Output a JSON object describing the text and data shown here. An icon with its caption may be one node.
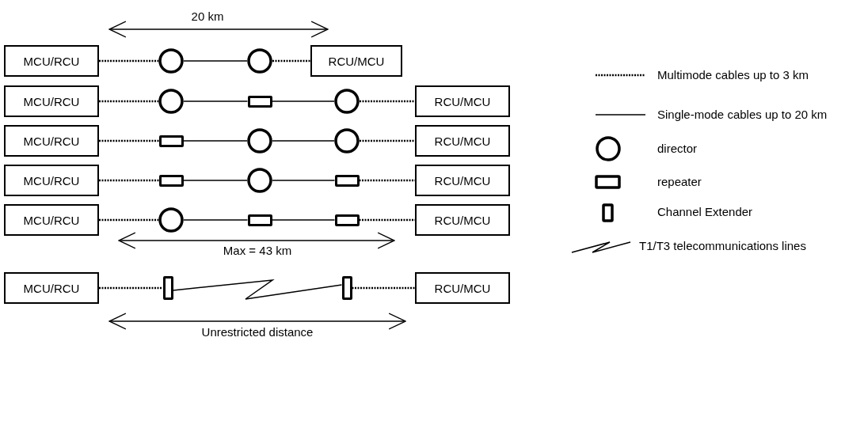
{
  "diagram": {
    "nodes": [
      {
        "text": [
          "MCU/RCU"
        ]
      },
      {
        "text": [],
        "shape": "circle"
      },
      {
        "text": [],
        "shape": "circle"
      },
      {
        "text": [
          "RCU/MCU"
        ]
      },
      {
        "text": [
          "MCU/RCU"
        ]
      },
      {
        "text": [],
        "shape": "circle"
      },
      {
        "text": [],
        "shape": "box"
      },
      {
        "text": [],
        "shape": "circle"
      },
      {
        "text": [
          "RCU/MCU"
        ]
      },
      {
        "text": [
          "MCU/RCU"
        ]
      },
      {
        "text": [],
        "shape": "box"
      },
      {
        "text": [],
        "shape": "circle"
      },
      {
        "text": [],
        "shape": "circle"
      },
      {
        "text": [
          "RCU/MCU"
        ]
      },
      {
        "text": [
          "MCU/RCU"
        ]
      },
      {
        "text": [],
        "shape": "box"
      },
      {
        "text": [],
        "shape": "circle"
      },
      {
        "text": [],
        "shape": "box"
      },
      {
        "text": [
          "RCU/MCU"
        ]
      },
      {
        "text": [
          "MCU/RCU"
        ]
      },
      {
        "text": [],
        "shape": "circle"
      },
      {
        "text": [],
        "shape": "box"
      },
      {
        "text": [],
        "shape": "box"
      },
      {
        "text": [
          "RCU/MCU"
        ]
      },
      {
        "text": [
          "MCU/RCU"
        ]
      },
      {
        "text": [],
        "shape": "bar"
      },
      {
        "text": [],
        "shape": "bar"
      },
      {
        "text": [
          "RCU/MCU"
        ]
      }
    ],
    "edges": [
      {
        "from": 0,
        "to": 1,
        "arrow": "none",
        "style": "dashed"
      },
      {
        "from": 1,
        "to": 2,
        "arrow": "none"
      },
      {
        "from": 2,
        "to": 3,
        "arrow": "none",
        "style": "dashed"
      },
      {
        "from": 4,
        "to": 5,
        "arrow": "none",
        "style": "dashed"
      },
      {
        "from": 5,
        "to": 6,
        "arrow": "none"
      },
      {
        "from": 6,
        "to": 7,
        "arrow": "none"
      },
      {
        "from": 7,
        "to": 8,
        "arrow": "none",
        "style": "dashed"
      },
      {
        "from": 9,
        "to": 10,
        "arrow": "none",
        "style": "dashed"
      },
      {
        "from": 10,
        "to": 11,
        "arrow": "none"
      },
      {
        "from": 11,
        "to": 12,
        "arrow": "none"
      },
      {
        "from": 12,
        "to": 13,
        "arrow": "none",
        "style": "dashed"
      },
      {
        "from": 14,
        "to": 15,
        "arrow": "none",
        "style": "dashed"
      },
      {
        "from": 15,
        "to": 16,
        "arrow": "none"
      },
      {
        "from": 16,
        "to": 17,
        "arrow": "none"
      },
      {
        "from": 17,
        "to": 18,
        "arrow": "none",
        "style": "dashed"
      },
      {
        "from": 19,
        "to": 20,
        "arrow": "none",
        "style": "dashed"
      },
      {
        "from": 20,
        "to": 21,
        "arrow": "none"
      },
      {
        "from": 21,
        "to": 22,
        "arrow": "none"
      },
      {
        "from": 22,
        "to": 23,
        "arrow": "none",
        "style": "dashed"
      },
      {
        "from": 24,
        "to": 25,
        "arrow": "none",
        "style": "dashed"
      },
      {
        "from": 25,
        "to": 26,
        "arrow": "none"
      },
      {
        "from": 26,
        "to": 27,
        "arrow": "none",
        "style": "dashed"
      }
    ],
    "labels": [
      "20 km",
      "Max = 43 km",
      "Unrestricted distance"
    ],
    "legend": [
      {
        "text": "Multimode cables up to 3 km"
      },
      {
        "text": "Single-mode cables up to 20 km"
      },
      {
        "text": "director"
      },
      {
        "text": "repeater"
      },
      {
        "text": "Channel Extender"
      },
      {
        "text": "T1/T3 telecommunications lines"
      }
    ]
  }
}
